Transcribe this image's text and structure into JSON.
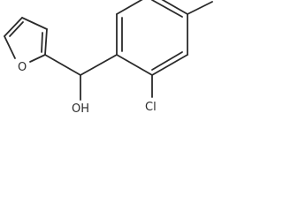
{
  "structure": {
    "atoms": {
      "ring_oxygen": "O",
      "hydroxyl": "OH",
      "chloro": "Cl"
    }
  },
  "colors": {
    "bond": "#2a2a2a",
    "background": "#ffffff"
  }
}
